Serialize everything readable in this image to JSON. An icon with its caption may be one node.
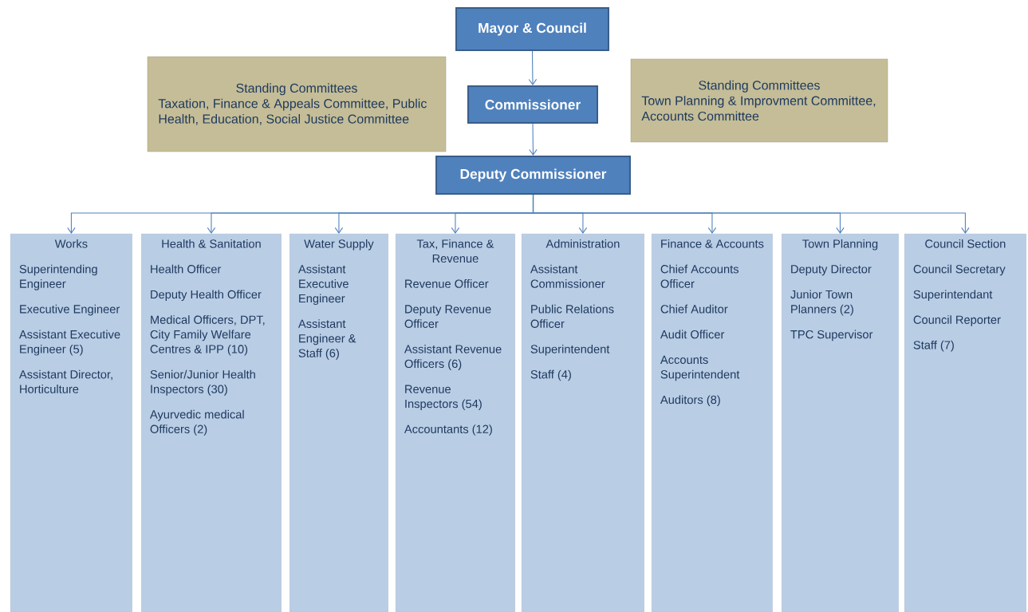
{
  "diagram": {
    "nodes": [
      {
        "text": [
          "Mayor & Council"
        ]
      },
      {
        "text": [
          "Commissioner"
        ]
      },
      {
        "text": [
          "Deputy Commissioner"
        ]
      },
      {
        "text": [
          "Standing Committees",
          "Taxation, Finance & Appeals Committee, Public Health, Education, Social Justice Committee"
        ]
      },
      {
        "text": [
          "Standing Committees",
          "Town Planning & Improvment Committee, Accounts Committee"
        ]
      },
      {
        "text": [
          "Works",
          "Superintending Engineer",
          "Executive Engineer",
          "Assistant Executive Engineer (5)",
          "Assistant Director, Horticulture"
        ]
      },
      {
        "text": [
          "Health & Sanitation",
          "Health Officer",
          "Deputy Health Officer",
          "Medical Officers, DPT, City Family Welfare Centres & IPP (10)",
          "Senior/Junior Health Inspectors (30)",
          "Ayurvedic medical Officers (2)"
        ]
      },
      {
        "text": [
          "Water Supply",
          "Assistant Executive Engineer",
          "Assistant Engineer & Staff (6)"
        ]
      },
      {
        "text": [
          "Tax, Finance & Revenue",
          "Revenue Officer",
          "Deputy Revenue Officer",
          "Assistant Revenue Officers (6)",
          "Revenue Inspectors (54)",
          "Accountants (12)"
        ]
      },
      {
        "text": [
          "Administration",
          "Assistant Commissioner",
          "Public Relations Officer",
          "Superintendent",
          "Staff (4)"
        ]
      },
      {
        "text": [
          "Finance & Accounts",
          "Chief Accounts Officer",
          "Chief Auditor",
          "Audit Officer",
          "Accounts Superintendent",
          "Auditors (8)"
        ]
      },
      {
        "text": [
          "Town Planning",
          "Deputy Director",
          "Junior Town Planners (2)",
          "TPC Supervisor"
        ]
      },
      {
        "text": [
          "Council Section",
          "Council Secretary",
          "Superintendant",
          "Council Reporter",
          "Staff (7)"
        ]
      }
    ],
    "edges": [
      {
        "from": 0,
        "to": 1,
        "arrow": "to"
      },
      {
        "from": 1,
        "to": 2,
        "arrow": "to"
      },
      {
        "from": 2,
        "to": 5,
        "arrow": "to"
      },
      {
        "from": 2,
        "to": 6,
        "arrow": "to"
      },
      {
        "from": 2,
        "to": 7,
        "arrow": "to"
      },
      {
        "from": 2,
        "to": 8,
        "arrow": "to"
      },
      {
        "from": 2,
        "to": 9,
        "arrow": "to"
      },
      {
        "from": 2,
        "to": 10,
        "arrow": "to"
      },
      {
        "from": 2,
        "to": 11,
        "arrow": "to"
      },
      {
        "from": 2,
        "to": 12,
        "arrow": "to"
      }
    ]
  }
}
